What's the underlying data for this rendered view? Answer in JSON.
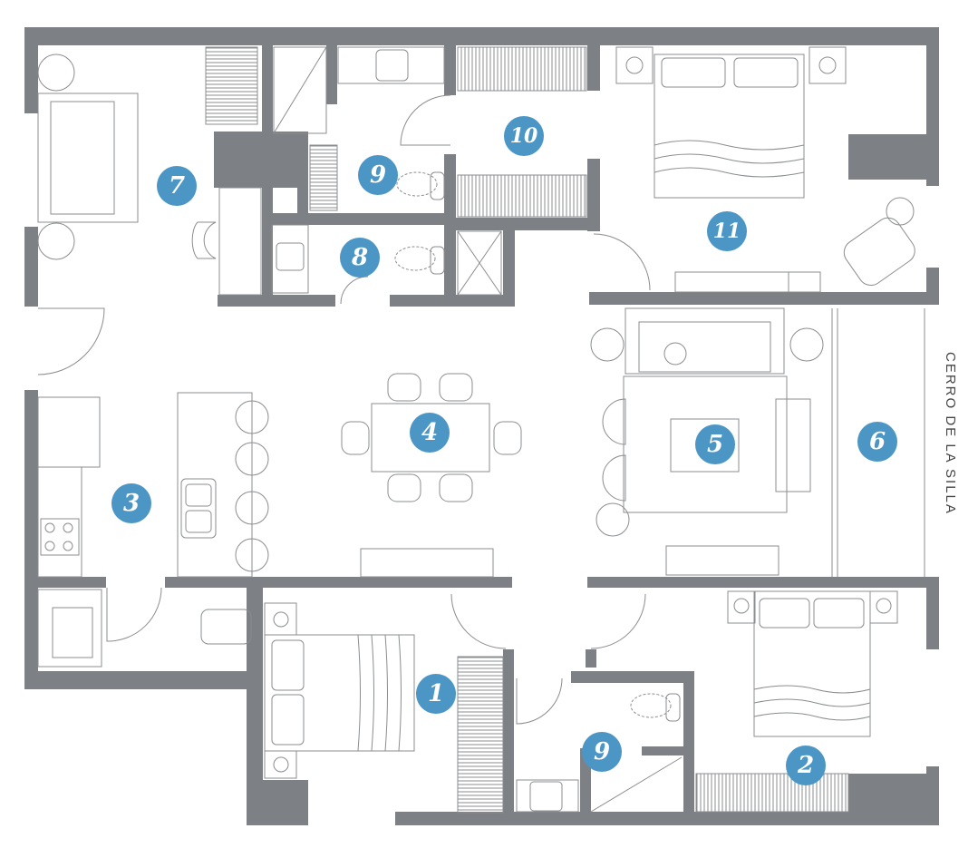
{
  "plan": {
    "orientation_label": "CERRO DE LA SILLA",
    "markers": [
      {
        "id": "1"
      },
      {
        "id": "2"
      },
      {
        "id": "3"
      },
      {
        "id": "4"
      },
      {
        "id": "5"
      },
      {
        "id": "6"
      },
      {
        "id": "7"
      },
      {
        "id": "8"
      },
      {
        "id": "9"
      },
      {
        "id": "9"
      },
      {
        "id": "10"
      },
      {
        "id": "11"
      }
    ],
    "colors": {
      "wall": "#7d8084",
      "marker": "#4b96c5",
      "line": "#8a8d90"
    }
  }
}
